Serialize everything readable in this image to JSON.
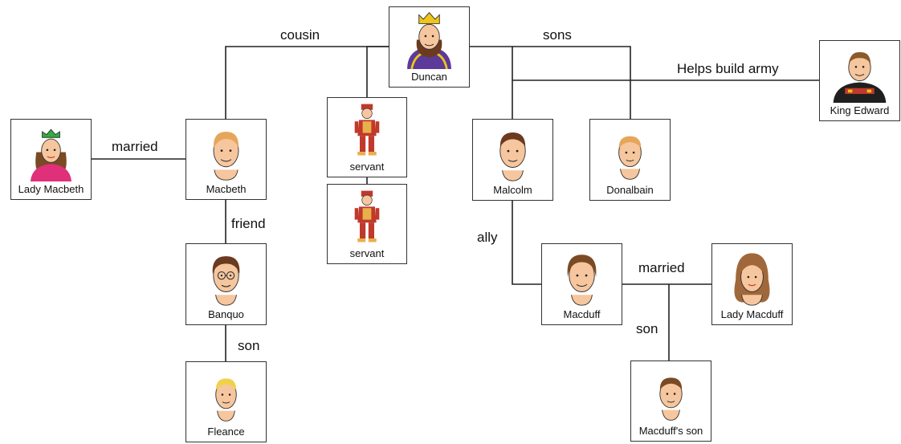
{
  "characters": {
    "duncan": "Duncan",
    "king_edward": "King Edward",
    "lady_macbeth": "Lady Macbeth",
    "macbeth": "Macbeth",
    "servant_1": "servant",
    "servant_2": "servant",
    "malcolm": "Malcolm",
    "donalbain": "Donalbain",
    "banquo": "Banquo",
    "fleance": "Fleance",
    "macduff": "Macduff",
    "lady_macduff": "Lady Macduff",
    "macduffs_son": "Macduff's son"
  },
  "relations": {
    "cousin": "cousin",
    "sons": "sons",
    "helps_build_army": "Helps build army",
    "married_macbeth": "married",
    "friend": "friend",
    "ally": "ally",
    "married_macduff": "married",
    "son_banquo": "son",
    "son_macduff": "son"
  },
  "colors": {
    "line": "#222222",
    "skin": "#f6c69e",
    "crown": "#f0c419",
    "royal_purple": "#5b3a99",
    "lady_pink": "#e0307a",
    "servant_red": "#c0392b"
  }
}
